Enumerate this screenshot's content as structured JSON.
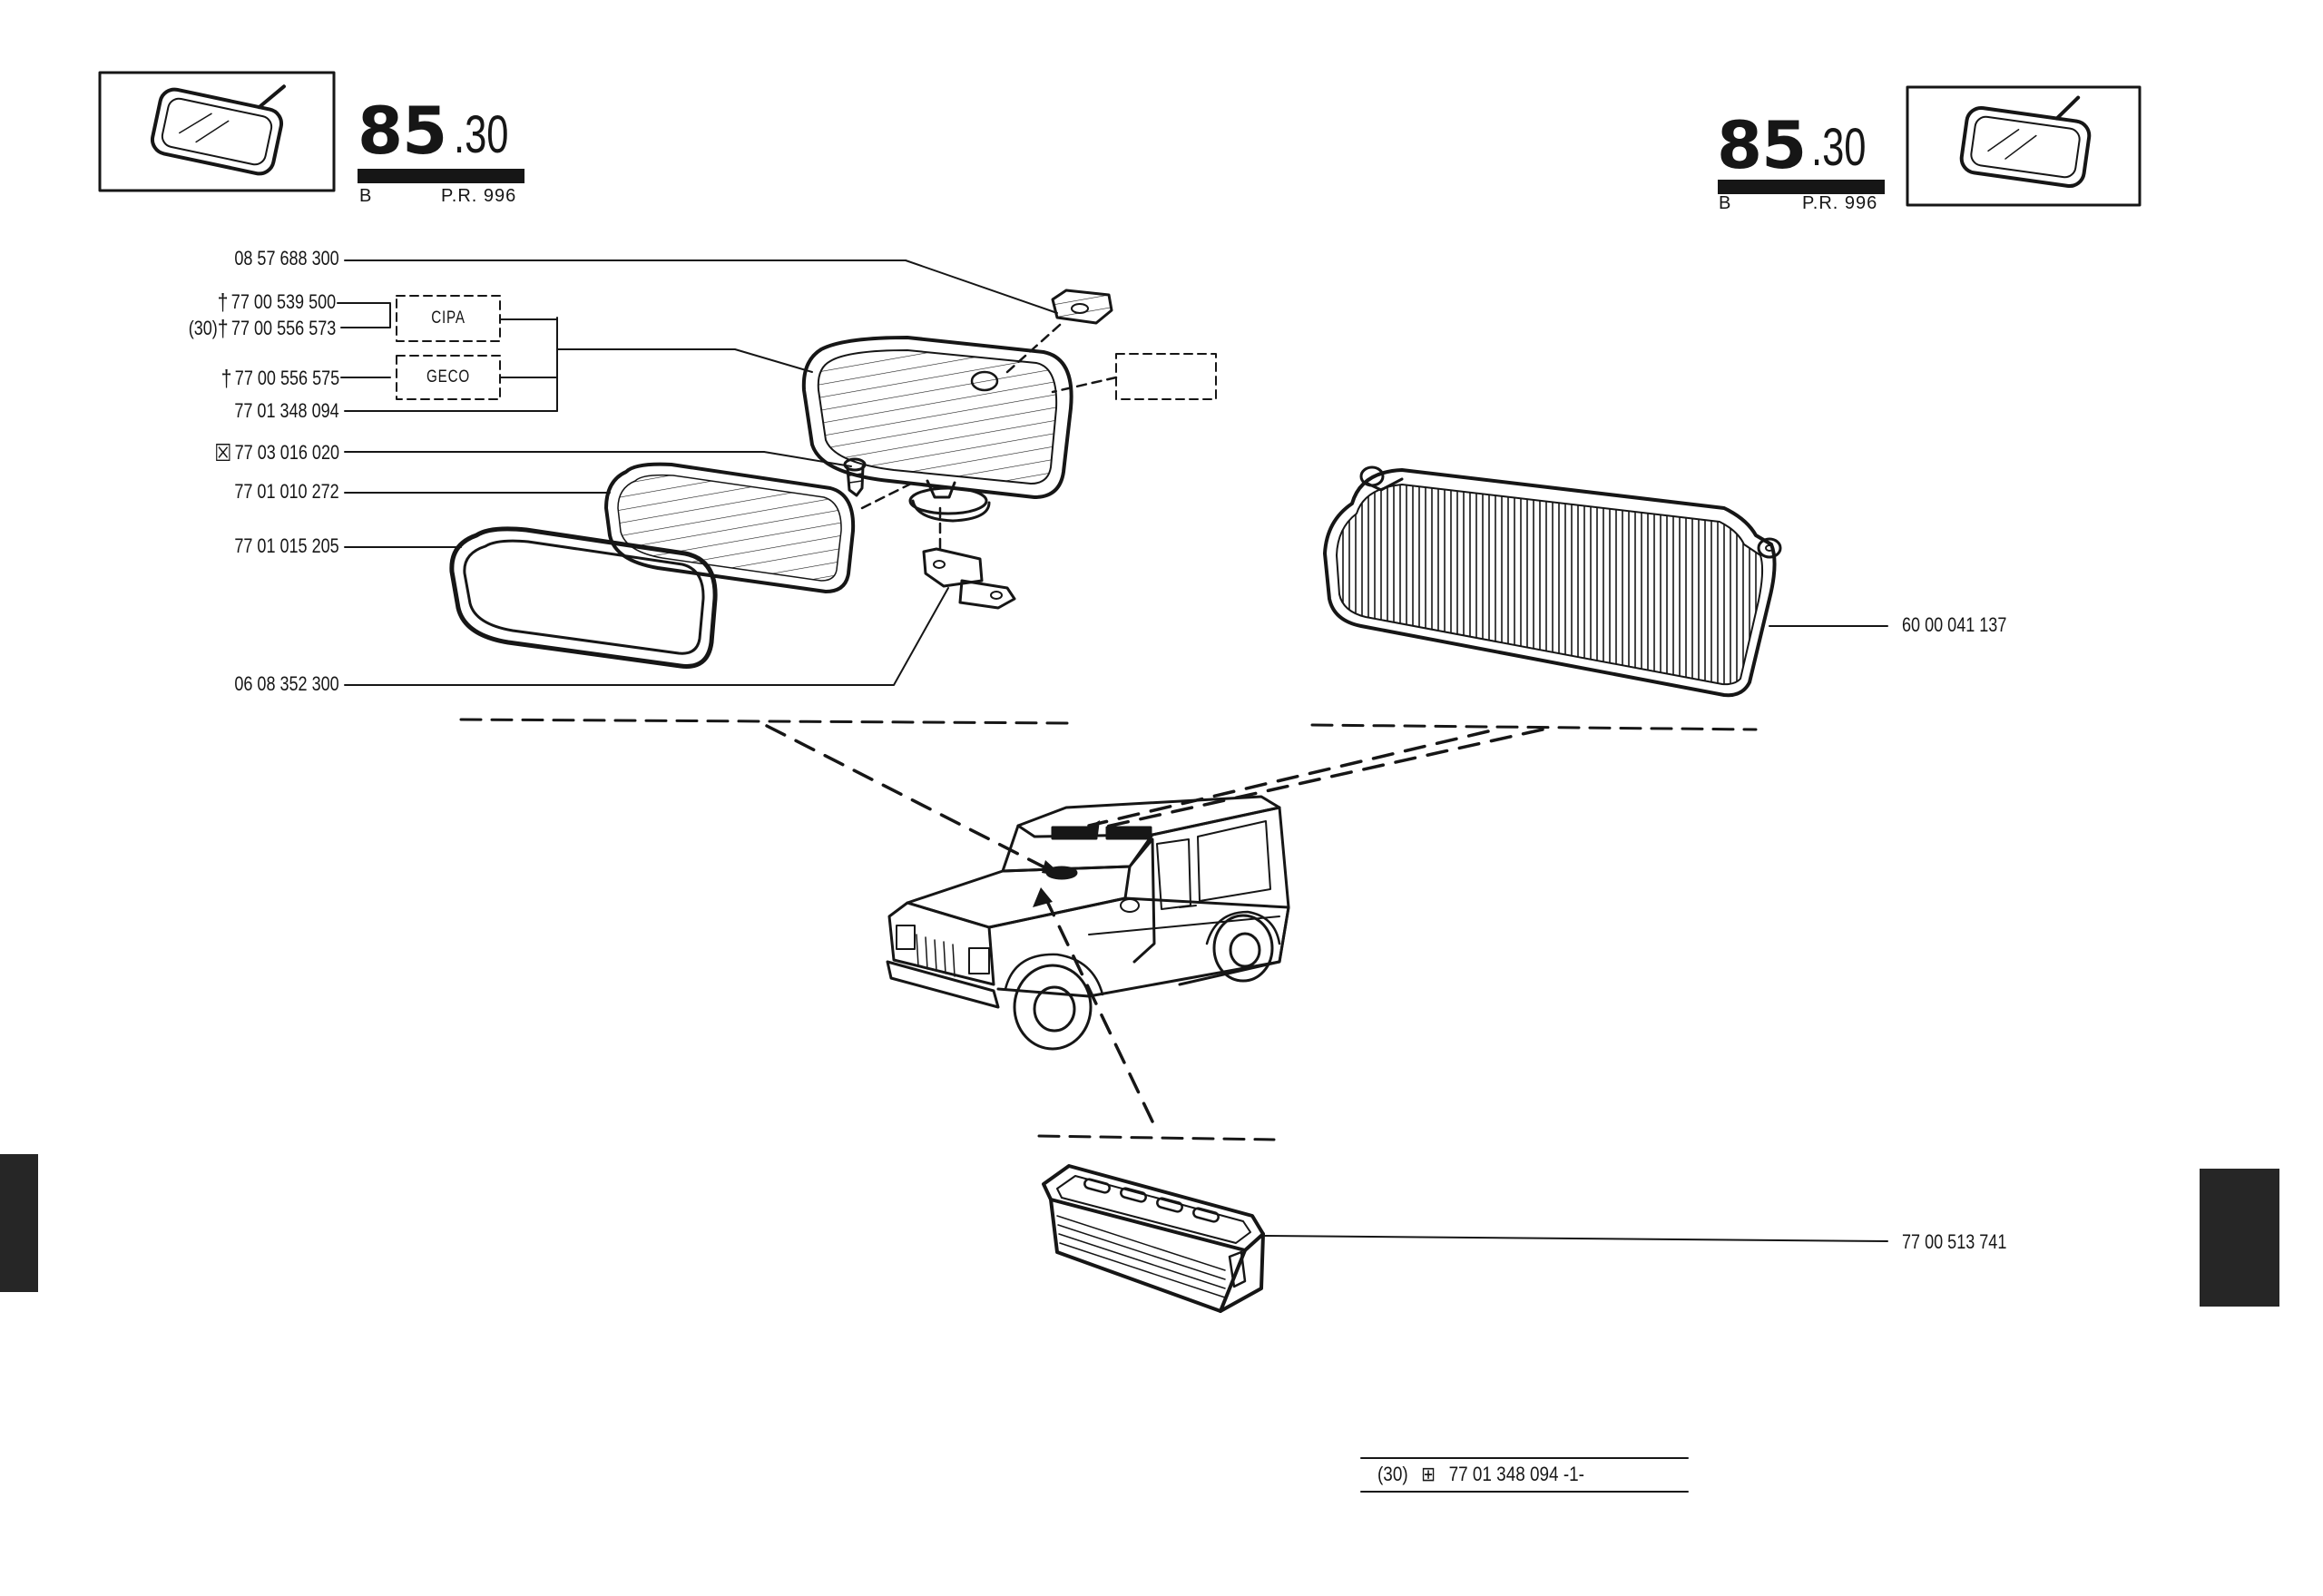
{
  "header_left": {
    "section_major": "85",
    "section_minor": ".30",
    "version": "B",
    "pr": "P.R. 996"
  },
  "header_right": {
    "section_major": "85",
    "section_minor": ".30",
    "version": "B",
    "pr": "P.R. 996"
  },
  "parts_left": [
    {
      "id": "clip",
      "number": "08 57 688 300",
      "mark": "",
      "prefix": ""
    },
    {
      "id": "mirror-cipa-1",
      "number": "77 00 539 500",
      "mark": "†",
      "prefix": ""
    },
    {
      "id": "mirror-cipa-2",
      "number": "77 00 556 573",
      "mark": "†",
      "prefix": "(30)"
    },
    {
      "id": "mirror-geco",
      "number": "77 00 556 575",
      "mark": "†",
      "prefix": ""
    },
    {
      "id": "mirror-assembly",
      "number": "77 01 348 094",
      "mark": "",
      "prefix": ""
    },
    {
      "id": "screw",
      "number": "77 03 016 020",
      "mark": "☒",
      "prefix": ""
    },
    {
      "id": "glass",
      "number": "77 01 010 272",
      "mark": "",
      "prefix": ""
    },
    {
      "id": "seal",
      "number": "77 01 015 205",
      "mark": "",
      "prefix": ""
    },
    {
      "id": "bracket",
      "number": "06 08 352 300",
      "mark": "",
      "prefix": ""
    }
  ],
  "suppliers": {
    "cipa": "CIPA",
    "geco": "GECO"
  },
  "parts_right": [
    {
      "id": "sun-visor",
      "number": "60 00 041 137"
    },
    {
      "id": "interior-lamp",
      "number": "77 00 513 741"
    }
  ],
  "footer": {
    "prefix": "(30)",
    "symbol": "⊞",
    "reference": "77 01 348 094 -1-"
  },
  "colors": {
    "ink": "#161616",
    "paper": "#ffffff",
    "tab": "#262626"
  }
}
